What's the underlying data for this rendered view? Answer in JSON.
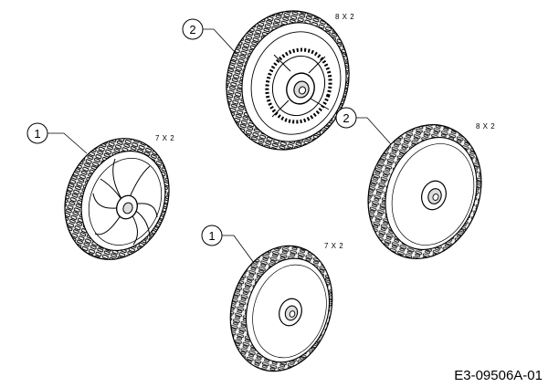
{
  "parts": [
    {
      "callout": "1",
      "quantity": "7 X 2",
      "style": "spoked-rim"
    },
    {
      "callout": "2",
      "quantity": "8 X 2",
      "style": "gear-hub"
    },
    {
      "callout": "2",
      "quantity": "8 X 2",
      "style": "solid-disc"
    },
    {
      "callout": "1",
      "quantity": "7 X 2",
      "style": "solid-disc"
    }
  ],
  "drawing_ref": "E3-09506A-01",
  "colors": {
    "line": "#000000",
    "tread": "#f2f2f2",
    "background": "#ffffff"
  }
}
